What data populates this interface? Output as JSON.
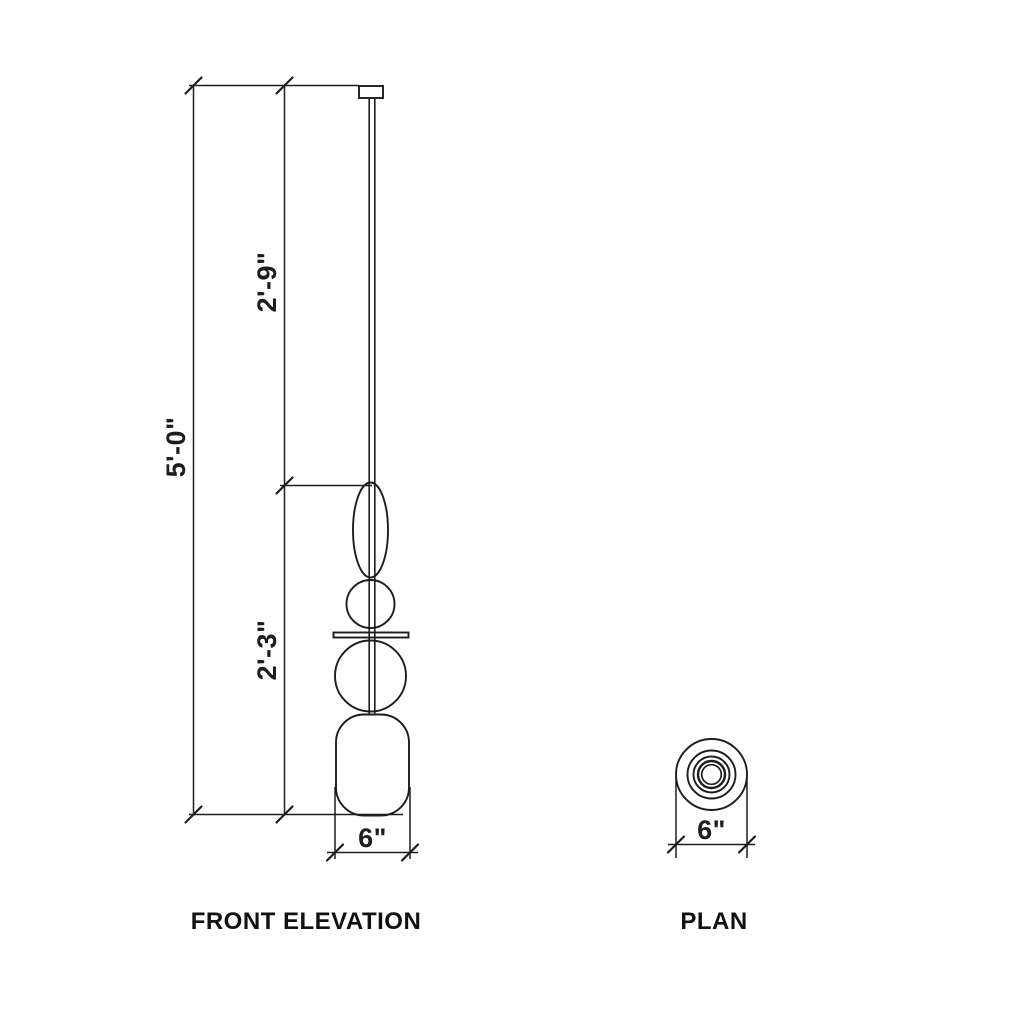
{
  "front_elevation": {
    "title": "FRONT ELEVATION",
    "dim_overall_height": "5'-0\"",
    "dim_suspension_height": "2'-9\"",
    "dim_fixture_height": "2'-3\"",
    "dim_width": "6\""
  },
  "plan": {
    "title": "PLAN",
    "dim_width": "6\""
  },
  "colors": {
    "line": "#1d1d1d",
    "background": "#ffffff"
  }
}
